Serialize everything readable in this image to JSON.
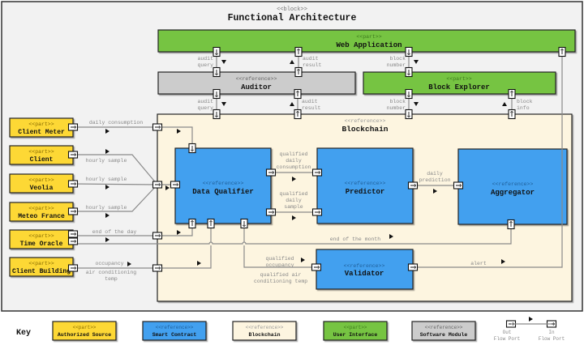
{
  "diagram": {
    "stereotype": "<<block>>",
    "title": "Functional Architecture",
    "colors": {
      "frame_bg": "#f2f2f2",
      "part_yellow": "#fdd835",
      "smart_contract_blue": "#42a0ef",
      "blockchain_cream": "#fdf5e0",
      "ui_green": "#76c442",
      "software_gray": "#cccccc",
      "line_gray": "#8a8a8a",
      "label_gray": "#888888"
    }
  },
  "blocks": {
    "web_app": {
      "stereotype": "<<part>>",
      "name": "Web Application"
    },
    "auditor": {
      "stereotype": "<<reference>>",
      "name": "Auditor"
    },
    "block_explorer": {
      "stereotype": "<<part>>",
      "name": "Block Explorer"
    },
    "blockchain": {
      "stereotype": "<<reference>>",
      "name": "Blockchain"
    },
    "data_qualifier": {
      "stereotype": "<<reference>>",
      "name": "Data Qualifier"
    },
    "predictor": {
      "stereotype": "<<reference>>",
      "name": "Predictor"
    },
    "aggregator": {
      "stereotype": "<<reference>>",
      "name": "Aggregator"
    },
    "validator": {
      "stereotype": "<<reference>>",
      "name": "Validator"
    },
    "client_meter": {
      "stereotype": "<<part>>",
      "name": "Client Meter"
    },
    "client": {
      "stereotype": "<<part>>",
      "name": "Client"
    },
    "veolia": {
      "stereotype": "<<part>>",
      "name": "Veolia"
    },
    "meteo_france": {
      "stereotype": "<<part>>",
      "name": "Meteo France"
    },
    "time_oracle": {
      "stereotype": "<<part>>",
      "name": "Time Oracle"
    },
    "client_building": {
      "stereotype": "<<part>>",
      "name": "Client Building"
    }
  },
  "flows": {
    "audit_query_1": [
      "audit",
      "query"
    ],
    "audit_result_1": [
      "audit",
      "result"
    ],
    "audit_query_2": [
      "audit",
      "query"
    ],
    "audit_result_2": [
      "audit",
      "result"
    ],
    "block_number_1": [
      "block",
      "number"
    ],
    "block_number_2": [
      "block",
      "number"
    ],
    "block_info": [
      "block",
      "info"
    ],
    "daily_consumption": "daily consumption",
    "hourly_sample_client": "hourly sample",
    "hourly_sample_veolia": "hourly sample",
    "hourly_sample_meteo": "hourly sample",
    "end_of_day": "end of the day",
    "occupancy": "occupancy",
    "air_conditioning_temp": [
      "air conditioning",
      "temp"
    ],
    "qualified_daily_consumption": [
      "qualified",
      "daily",
      "consumption"
    ],
    "qualified_daily_sample": [
      "qualified",
      "daily",
      "sample"
    ],
    "daily_prediction": [
      "daily",
      "prediction"
    ],
    "end_of_month": "end of the month",
    "qualified_occupancy": [
      "qualified",
      "occupancy"
    ],
    "qualified_air_conditioning_temp": [
      "qualified air",
      "conditioning temp"
    ],
    "alert": "alert"
  },
  "key": {
    "title": "Key",
    "items": [
      {
        "stereotype": "<<part>>",
        "label": "Authorized Source"
      },
      {
        "stereotype": "<<reference>>",
        "label": "Smart Contract"
      },
      {
        "stereotype": "<<reference>>",
        "label": "Blockchain"
      },
      {
        "stereotype": "<<part>>",
        "label": "User Interface"
      },
      {
        "stereotype": "<<reference>>",
        "label": "Software Module"
      }
    ],
    "out_port": [
      "Out",
      "Flow Port"
    ],
    "in_port": [
      "In",
      "Flow Port"
    ]
  }
}
